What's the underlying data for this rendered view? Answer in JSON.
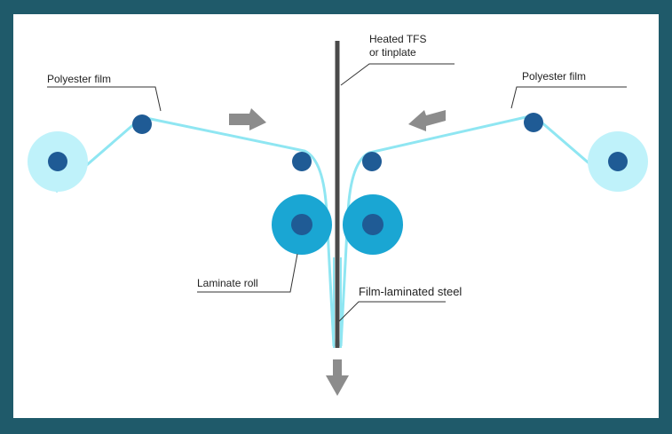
{
  "colors": {
    "frame": "#1f5a6a",
    "canvas": "#ffffff",
    "film_light": "#bff2fa",
    "film_line": "#8fe6f2",
    "roller_dark": "#1f5b95",
    "laminate_outer": "#1aa6d3",
    "laminate_inner": "#1f5b95",
    "steel": "#4a4a4a",
    "arrow": "#8c8c8c",
    "leader": "#333333"
  },
  "labels": {
    "steel": [
      "Heated TFS",
      "or tinplate"
    ],
    "film_left": "Polyester film",
    "film_right": "Polyester film",
    "laminate_roll": "Laminate roll",
    "output": "Film-laminated steel"
  },
  "icons": {
    "feed_arrow_left": "arrow-right-down-icon",
    "feed_arrow_right": "arrow-left-down-icon",
    "output_arrow": "arrow-down-icon"
  }
}
